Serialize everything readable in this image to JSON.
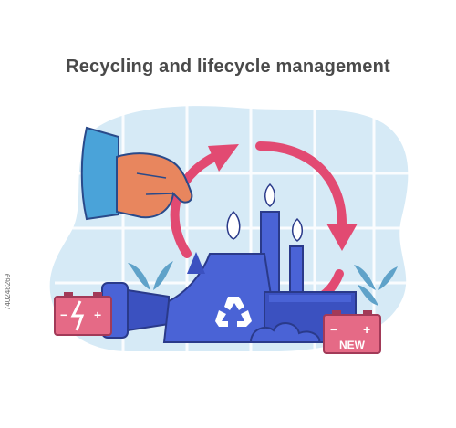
{
  "title": "Recycling and lifecycle management",
  "battery_new_label": "NEW",
  "battery_minus": "−",
  "battery_plus": "+",
  "stock_id": "740248269",
  "icons": [
    "hand-icon",
    "cycle-arrow-icon",
    "factory-icon",
    "recycle-icon",
    "battery-icon",
    "plant-icon",
    "plug-icon"
  ],
  "colors": {
    "title": "#4a4a4a",
    "background_blob": "#d9ecf7",
    "grid": "#ffffff",
    "factory": "#4a63d6",
    "factory_dark": "#3b51c0",
    "arrow": "#e24a72",
    "battery": "#e56a86",
    "leaf": "#5fa2c9",
    "sleeve": "#4aa3d9",
    "skin": "#e8865e"
  }
}
